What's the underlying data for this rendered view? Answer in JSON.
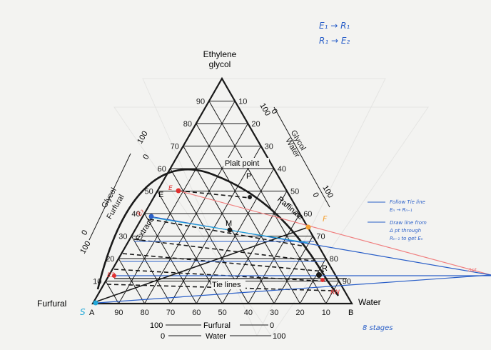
{
  "vertices": {
    "top": [
      "Ethylene",
      "glycol"
    ],
    "left": "Furfural",
    "right": "Water"
  },
  "left_edge_ticks": [
    "90",
    "80",
    "70",
    "60",
    "50",
    "40",
    "30",
    "20",
    "10"
  ],
  "right_edge_ticks": [
    "10",
    "20",
    "30",
    "40",
    "50",
    "60",
    "70",
    "80",
    "90"
  ],
  "bottom_ticks": [
    "90",
    "80",
    "70",
    "60",
    "50",
    "40",
    "30",
    "20",
    "10"
  ],
  "corner_labels": {
    "a": "A",
    "b": "B"
  },
  "axis_labels": {
    "left_glycol": "Glycol",
    "left_furfural": "Furfural",
    "left_top": "100",
    "left_top_zero": "0",
    "left_bottom": "100",
    "left_bottom_zero": "0",
    "right_water": "Water",
    "right_glycol": "Glycol",
    "right_top": "100",
    "right_top_zero": "0",
    "right_bottom": "100",
    "right_bottom_zero": "0",
    "bottom_furfural": "Furfural",
    "bottom_water": "Water",
    "bottom_furfural_from": "100",
    "bottom_furfural_to": "0",
    "bottom_water_from": "0",
    "bottom_water_to": "100"
  },
  "diagram_labels": {
    "plait_point": "Plait point",
    "p": "P",
    "m": "M",
    "e": "E",
    "r": "R",
    "extract": "Extract",
    "raffinate": "Raffinate",
    "tie_lines": "Tie lines"
  },
  "handwritten": {
    "e_red": "E",
    "e2": "E₂",
    "e3": "E3",
    "f": "F",
    "rn": "RN",
    "s": "S",
    "dpt": "Δpt",
    "note_line1": "E₁ → R₁",
    "note_line2": "R₁ → E₂",
    "note_a": [
      "Follow Tie line",
      "Eₙ → Rₙ₋₁"
    ],
    "note_b": [
      "Draw line from",
      "Δ pt  through",
      "Rₙ₋₁  to get Eₙ"
    ],
    "stages": "8 stages"
  },
  "colors": {
    "ink": "#1a1a1a",
    "red": "#e03030",
    "blue": "#2a5fc8",
    "pink": "#f08080",
    "orange": "#f5a030",
    "cyan": "#22a8d8"
  }
}
